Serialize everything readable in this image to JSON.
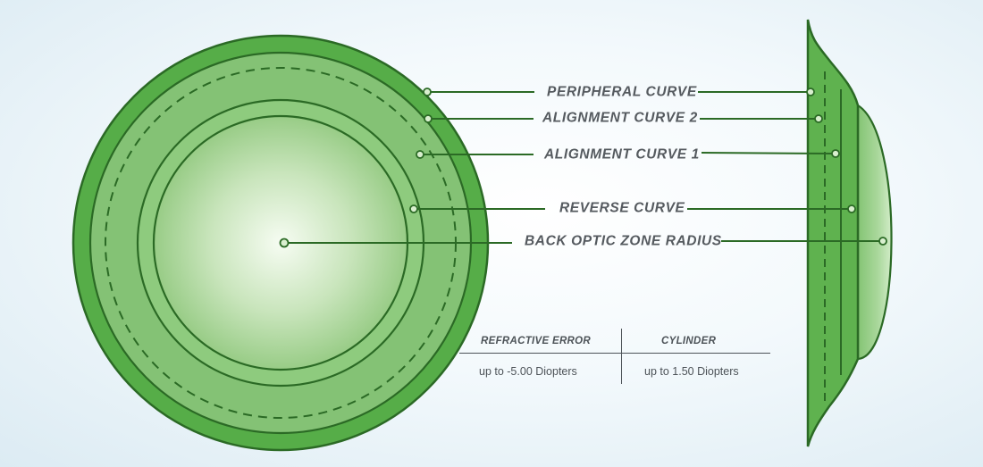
{
  "labels": {
    "peripheral_curve": "PERIPHERAL CURVE",
    "alignment_curve_2": "ALIGNMENT CURVE 2",
    "alignment_curve_1": "ALIGNMENT CURVE 1",
    "reverse_curve": "REVERSE CURVE",
    "back_optic_zone_radius": "BACK OPTIC ZONE RADIUS"
  },
  "spec_table": {
    "col1_header": "REFRACTIVE ERROR",
    "col2_header": "CYLINDER",
    "col1_value": "up to -5.00 Diopters",
    "col2_value": "up to 1.50 Diopters"
  },
  "colors": {
    "outer_green": "#56ad48",
    "ring_green": "#7fc070",
    "line_green": "#2b6a25",
    "optic_center": "#f4fbef",
    "label_text": "#555a5f"
  }
}
